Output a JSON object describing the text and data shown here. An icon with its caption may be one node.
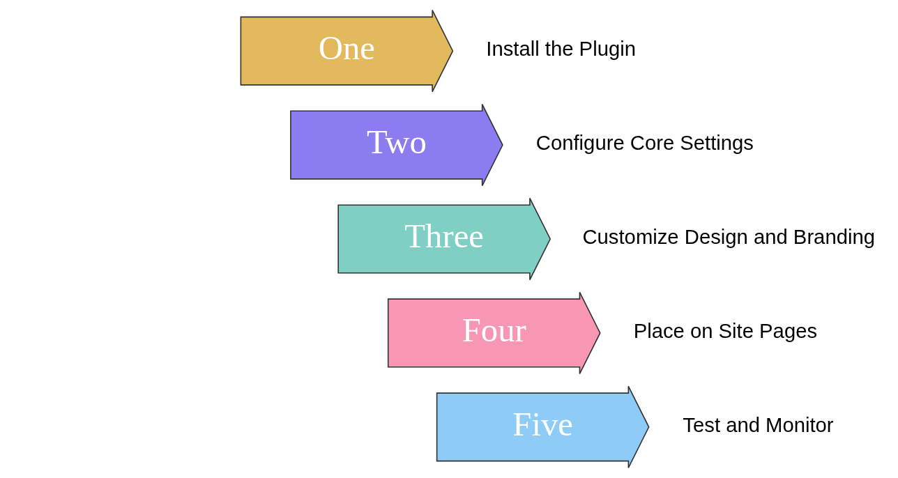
{
  "diagram": {
    "nodes": [
      {
        "text": [
          "One"
        ],
        "beside": [
          "Install the Plugin"
        ]
      },
      {
        "text": [
          "Two"
        ],
        "beside": [
          "Configure Core Settings"
        ]
      },
      {
        "text": [
          "Three"
        ],
        "beside": [
          "Customize Design and Branding"
        ]
      },
      {
        "text": [
          "Four"
        ],
        "beside": [
          "Place on Site Pages"
        ]
      },
      {
        "text": [
          "Five"
        ],
        "beside": [
          "Test and Monitor"
        ]
      }
    ],
    "edges": []
  }
}
